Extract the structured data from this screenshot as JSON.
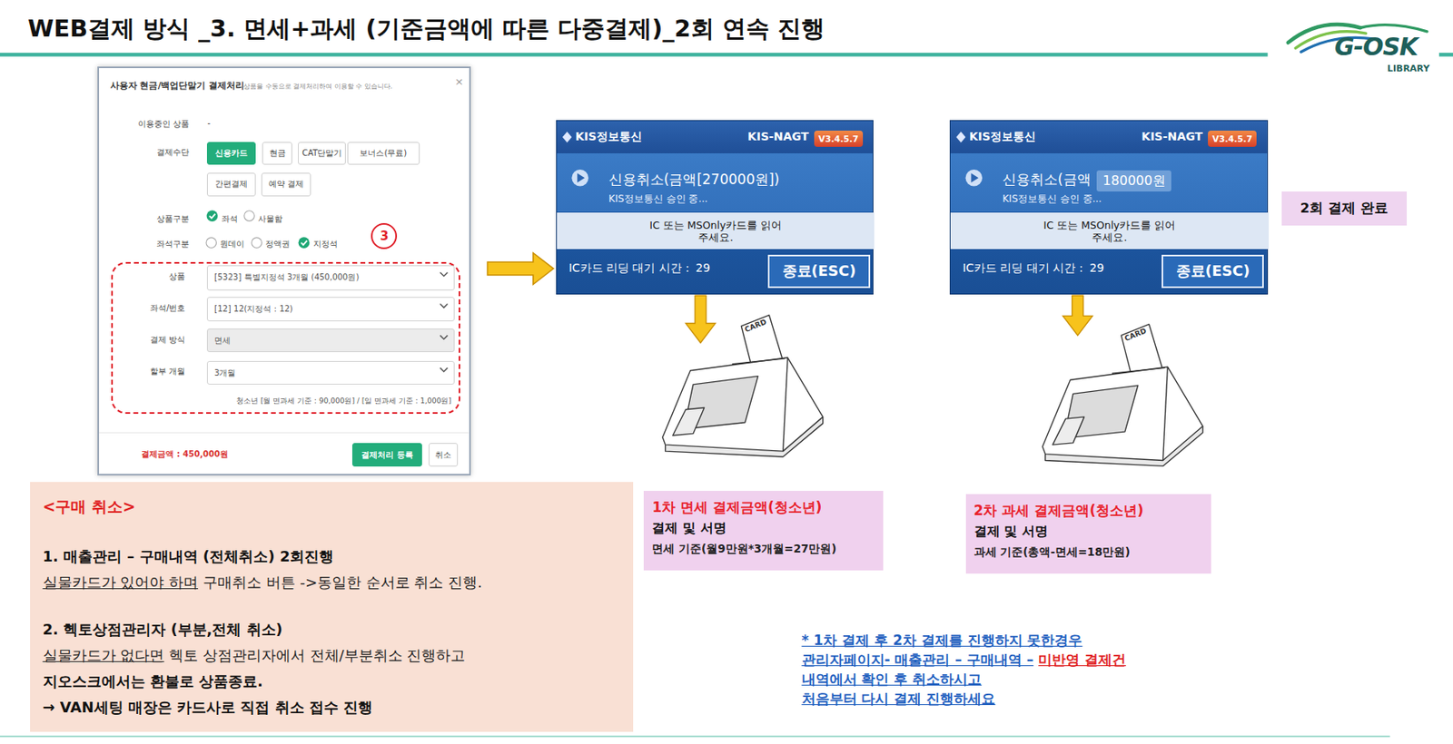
{
  "diagram": {
    "title": "WEB결제 방식 _3. 면세+과세 (기준금액에 따른 다중결제)_2회 연속 진행",
    "nodes": [
      {
        "text": [
          "사용자 현금/백업단말기 결제처리",
          "상품을 수동으로 결제처리하여 이용할 수 있습니다.",
          "×",
          "이용중인 상품",
          "-",
          "결제수단",
          "상품구분",
          "좌석",
          "사물함",
          "좌석구분",
          "원데이",
          "정액권",
          "지정석",
          "결제금액 : 450,000원"
        ]
      },
      {
        "text": [
          "신용카드"
        ],
        "in": 0
      },
      {
        "text": [
          "현금"
        ],
        "in": 0
      },
      {
        "text": [
          "CAT단말기"
        ],
        "in": 0
      },
      {
        "text": [
          "보너스(무료)"
        ],
        "in": 0
      },
      {
        "text": [
          "간편결제"
        ],
        "in": 0
      },
      {
        "text": [
          "예약 결제"
        ],
        "in": 0
      },
      {
        "text": [
          "3"
        ],
        "in": 0
      },
      {
        "text": [
          "상품",
          "좌석/번호",
          "결제 방식",
          "할부 개월",
          "청소년 [월 면과세 기준 : 90,000원] / [일 면과세 기준 : 1,000원]"
        ],
        "in": 0
      },
      {
        "text": [
          "[5323] 특별지정석 3개월 (450,000원)"
        ],
        "in": 8
      },
      {
        "text": [
          "[12] 12(지정석 : 12)"
        ],
        "in": 8
      },
      {
        "text": [
          "면세"
        ],
        "in": 8
      },
      {
        "text": [
          "3개월"
        ],
        "in": 8
      },
      {
        "text": [
          "결제처리 등록"
        ],
        "in": 0
      },
      {
        "text": [
          "취소"
        ],
        "in": 0
      },
      {
        "text": [
          "KIS정보통신",
          "KIS-NAGT",
          "신용취소(금액[270000원])",
          "KIS정보통신 승인 중...",
          "IC카드 리딩 대기 시간 :",
          "29"
        ]
      },
      {
        "text": [
          "V3.4.5.7"
        ],
        "in": 15
      },
      {
        "text": [
          "IC 또는 MSOnly카드를 읽어주세요."
        ],
        "in": 15
      },
      {
        "text": [
          "종료(ESC)"
        ],
        "in": 15
      },
      {
        "text": [
          "KIS정보통신",
          "KIS-NAGT",
          "신용취소(금액",
          "KIS정보통신 승인 중...",
          "IC카드 리딩 대기 시간 :",
          "29"
        ]
      },
      {
        "text": [
          "V3.4.5.7"
        ],
        "in": 19
      },
      {
        "text": [
          "180000원"
        ],
        "in": 19
      },
      {
        "text": [
          "IC 또는 MSOnly카드를 읽어주세요."
        ],
        "in": 19
      },
      {
        "text": [
          "종료(ESC)"
        ],
        "in": 19
      },
      {
        "text": [
          "2회 결제 완료"
        ]
      },
      {
        "text": [
          "<구매 취소>",
          "1. 매출관리 – 구매내역 (전체취소) 2회진행",
          "실물카드가 있어야 하며",
          "구매취소 버튼 ->동일한 순서로 취소 진행.",
          "2. 헥토상점관리자 (부분,전체 취소)",
          "실물카드가 없다면",
          "헥토 상점관리자에서 전체/부분취소 진행하고",
          "지오스크에서는 환불로 상품종료.",
          "→ VAN세팅 매장은 카드사로 직접 취소 접수 진행"
        ]
      },
      {
        "text": [
          "1차 면세 결제금액(청소년)",
          "결제 및 서명",
          "면세 기준(월9만원*3개월=27만원)"
        ]
      },
      {
        "text": [
          "2차 과세 결제금액(청소년)",
          "결제 및 서명",
          "과세 기준(총액-면세=18만원)"
        ]
      }
    ],
    "edges": [
      {
        "from": 0,
        "to": 15,
        "arrow": "to"
      }
    ],
    "labels": [
      "G-OSK",
      "LIBRARY",
      "CARD",
      "CARD",
      "* 1차 결제 후 2차 결제를 진행하지 못한경우",
      "관리자페이지- 매출관리 – 구매내역 –",
      "미반영 결제건",
      "내역에서 확인 후 취소하시고",
      "처음부터 다시 결제 진행하세요"
    ]
  }
}
